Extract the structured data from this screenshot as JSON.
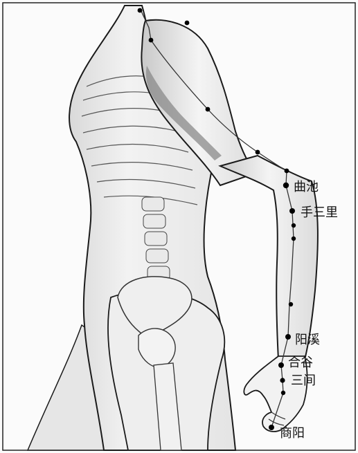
{
  "figure": {
    "subject": "large-intestine-meridian",
    "colors": {
      "background": "#fbfbfb",
      "outline": "#1a1a1a",
      "shade": "#6d6d6d",
      "skin": "#eeeeee",
      "point": "#000000",
      "meridian": "#333333"
    }
  },
  "points": [
    {
      "id": "quchi",
      "label": "曲池"
    },
    {
      "id": "shousanli",
      "label": "手三里"
    },
    {
      "id": "yangxi",
      "label": "阳溪"
    },
    {
      "id": "hegu",
      "label": "合谷"
    },
    {
      "id": "sanjian",
      "label": "三间"
    },
    {
      "id": "shangyang",
      "label": "商阳"
    }
  ]
}
